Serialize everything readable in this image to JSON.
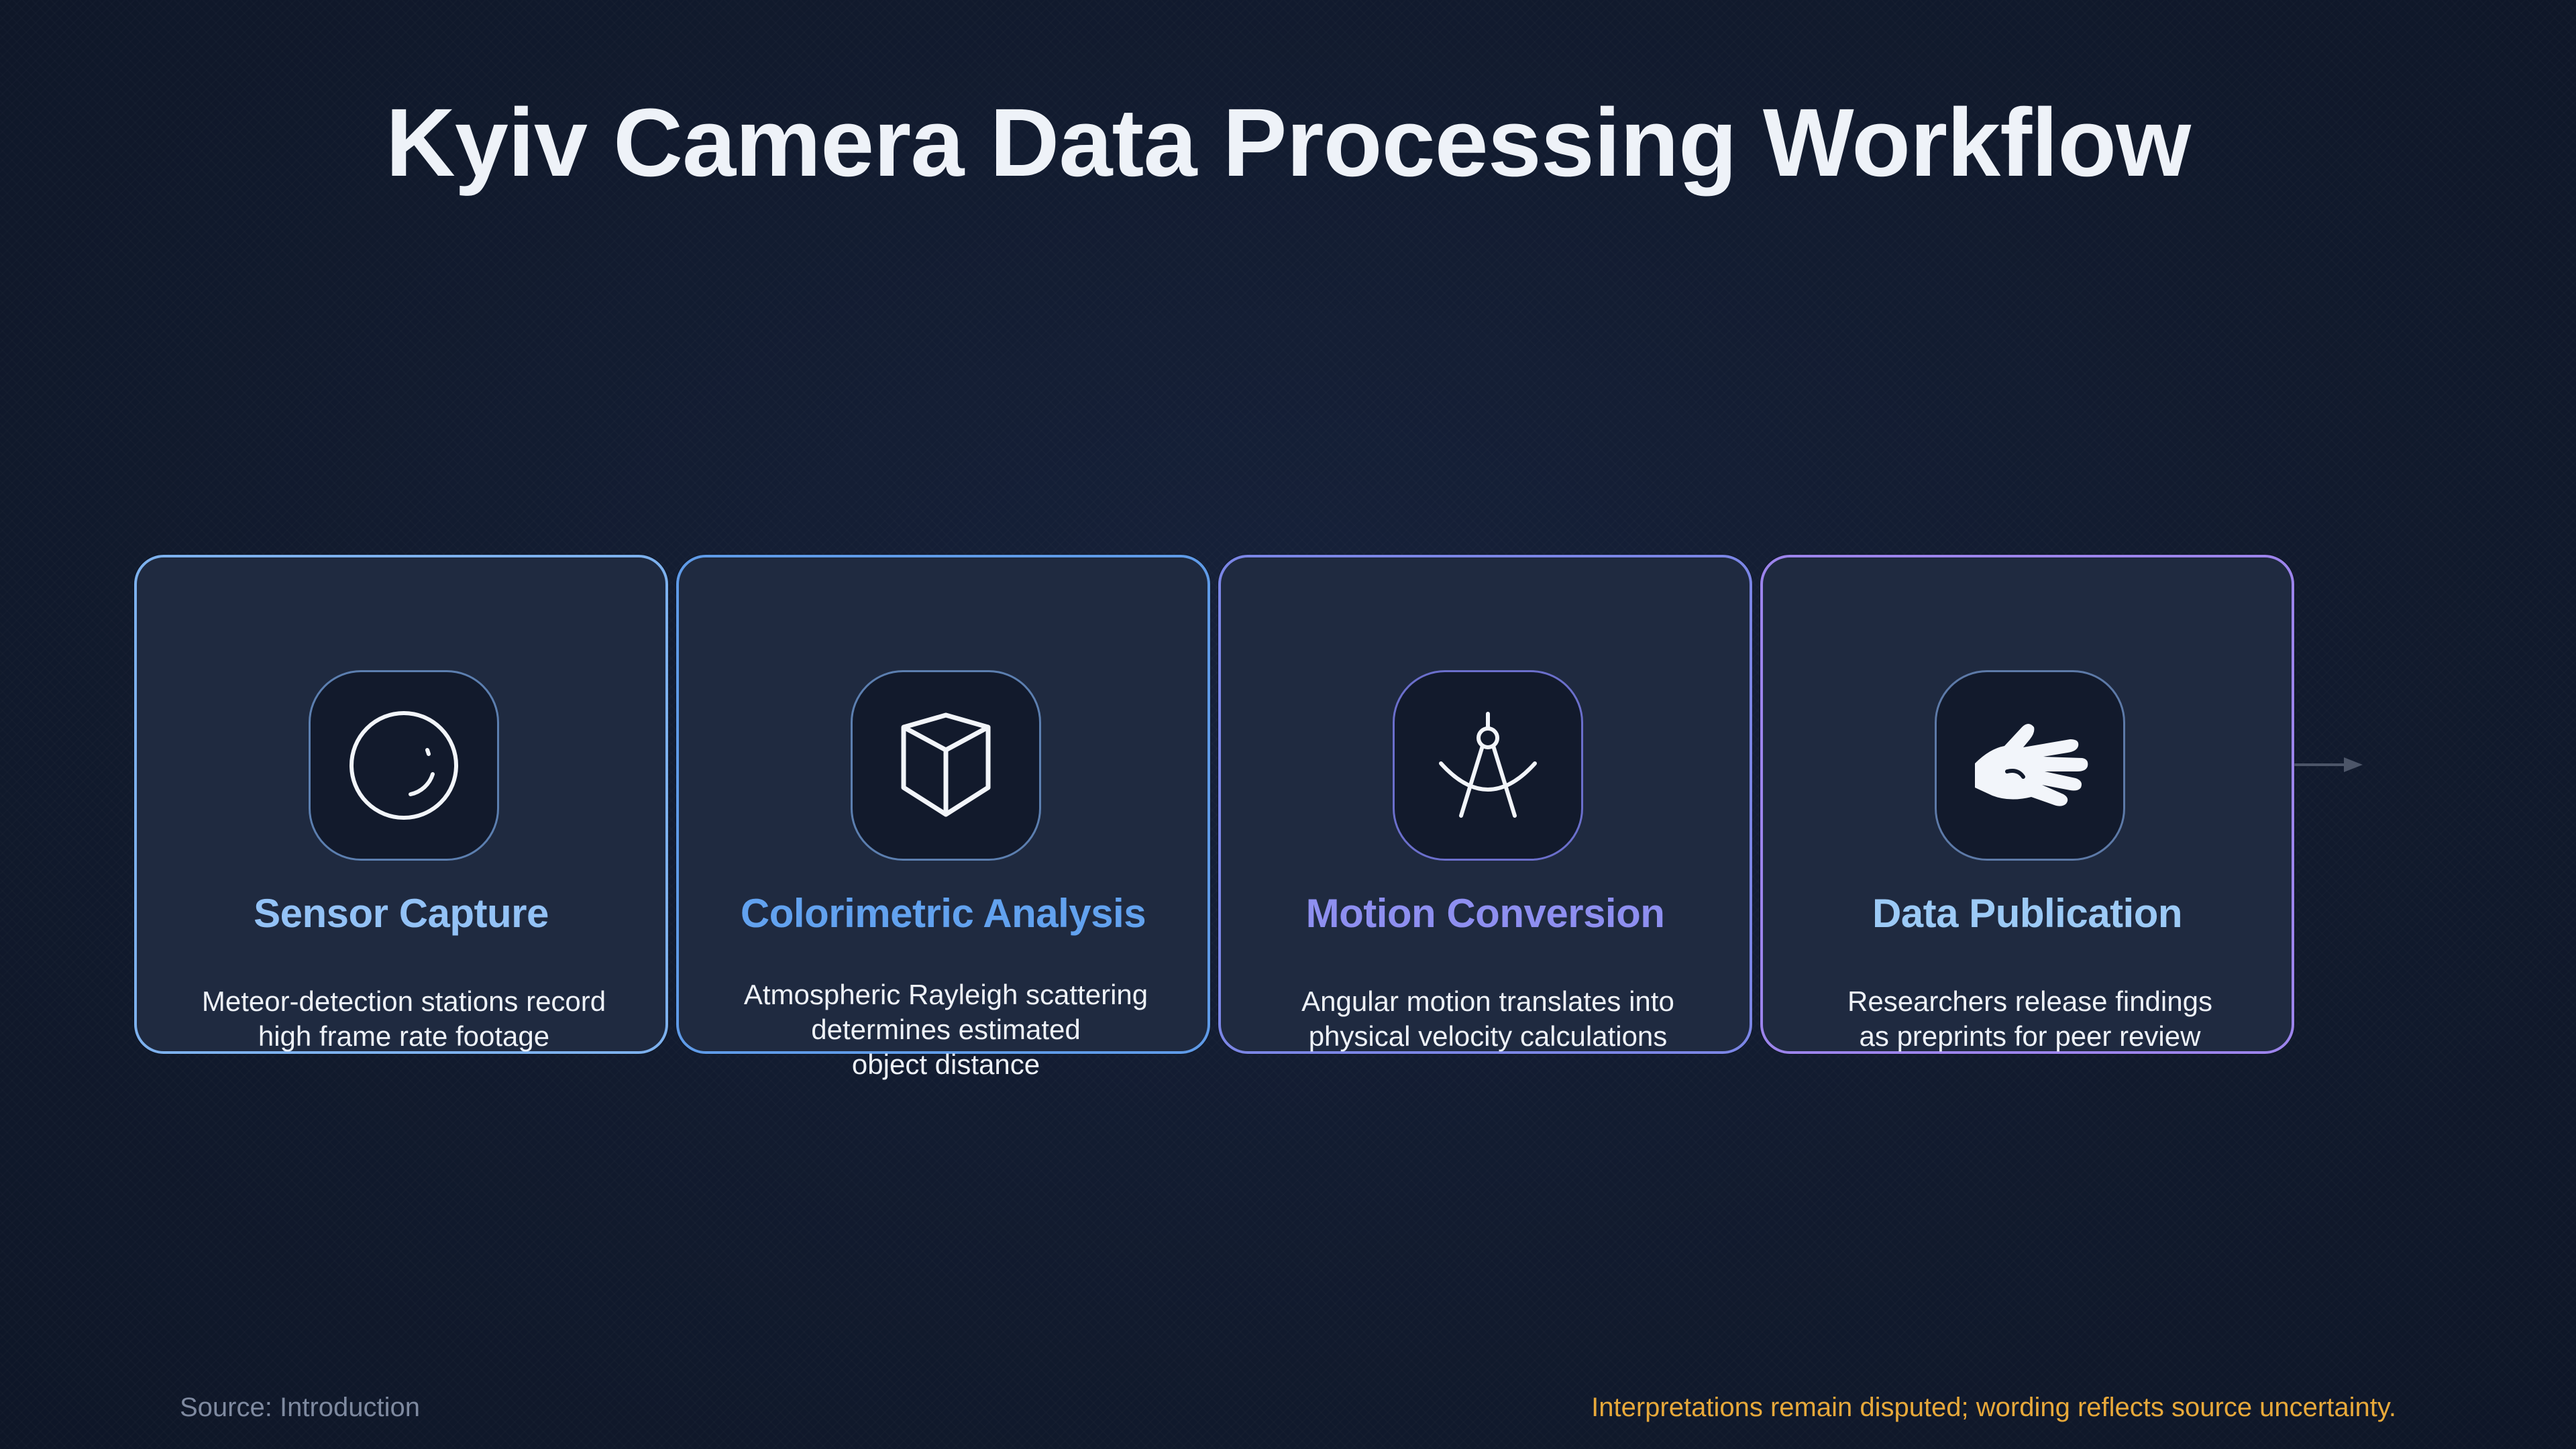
{
  "title": "Kyiv Camera Data Processing Workflow",
  "steps": [
    {
      "title": "Sensor Capture",
      "description": "Meteor-detection stations record\nhigh frame rate footage",
      "icon": "circle-icon"
    },
    {
      "title": "Colorimetric Analysis",
      "description": "Atmospheric Rayleigh scattering\ndetermines estimated\nobject distance",
      "icon": "prism-shield-icon"
    },
    {
      "title": "Motion Conversion",
      "description": "Angular motion translates into\nphysical velocity calculations",
      "icon": "drafting-compass-icon"
    },
    {
      "title": "Data Publication",
      "description": "Researchers release findings\nas preprints for peer review",
      "icon": "open-hand-icon"
    }
  ],
  "footer": {
    "source": "Source: Introduction",
    "note": "Interpretations remain disputed; wording reflects source uncertainty."
  },
  "colors": {
    "background": "#111a2d",
    "card": "#1f2a40",
    "step1_title": "#93c2f6",
    "step2_title": "#62a2ef",
    "step3_title": "#8e8ff0",
    "step4_title": "#9ccaf6",
    "note": "#e8a93a"
  }
}
